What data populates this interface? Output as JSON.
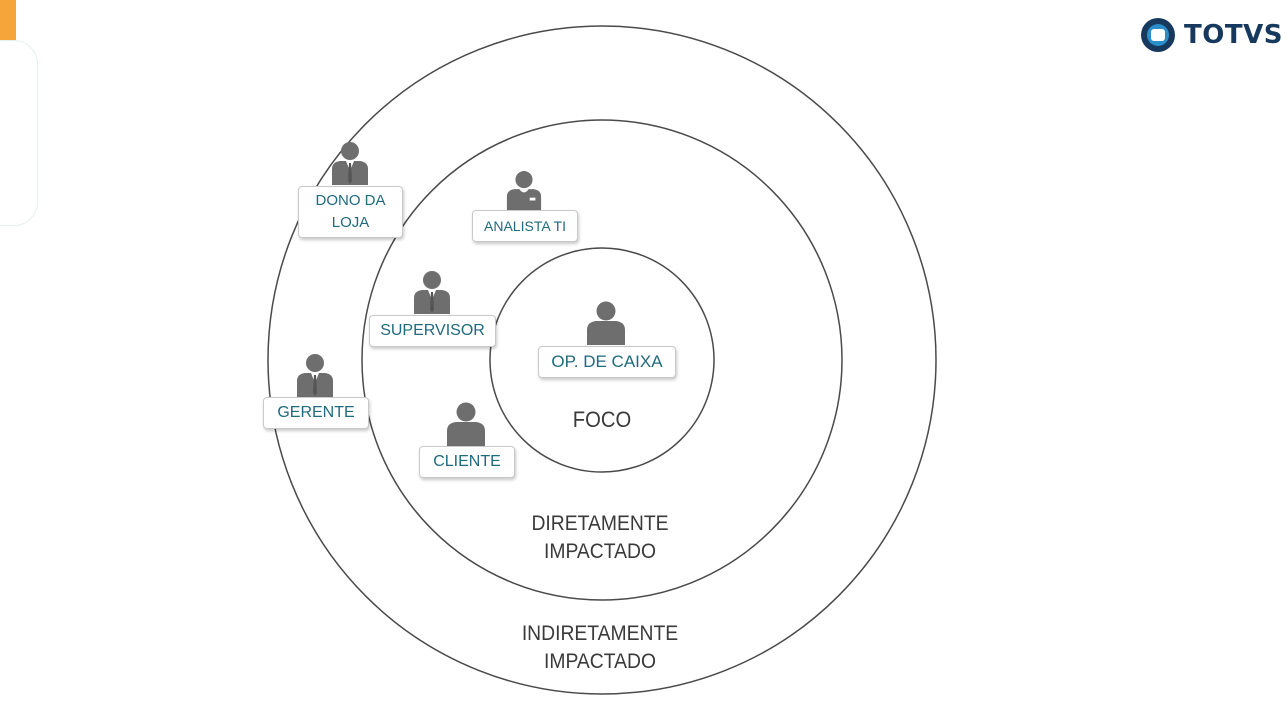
{
  "brand": {
    "name": "TOTVS",
    "text_color": "#17395e",
    "logo_icon": "totvs-logo-icon"
  },
  "colors": {
    "accent": "#f5a53a",
    "label_text": "#1f6a7e",
    "person_icon": "#6e6e6e",
    "ring_stroke": "#4a4a4a"
  },
  "rings": {
    "inner": "FOCO",
    "middle_line1": "DIRETAMENTE",
    "middle_line2": "IMPACTADO",
    "outer_line1": "INDIRETAMENTE",
    "outer_line2": "IMPACTADO"
  },
  "stakeholders": {
    "dono_line1": "DONO DA",
    "dono_line2": "LOJA",
    "analista": "ANALISTA TI",
    "supervisor": "SUPERVISOR",
    "op_caixa": "OP. DE CAIXA",
    "gerente": "GERENTE",
    "cliente": "CLIENTE"
  },
  "icons": {
    "person_suit": "person-suit-icon",
    "person_casual": "person-icon",
    "person_staff": "person-badge-icon"
  }
}
